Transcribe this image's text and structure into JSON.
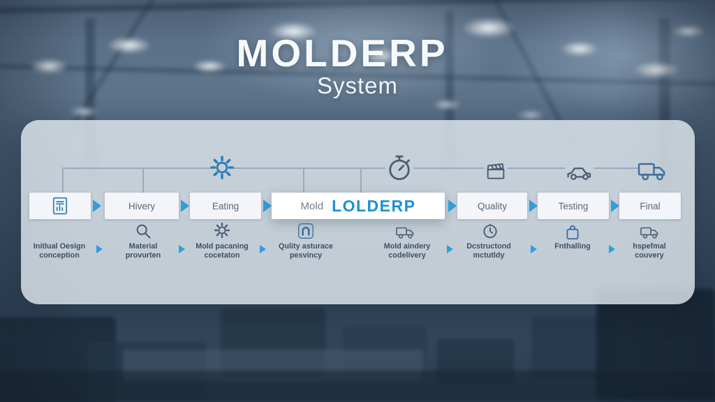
{
  "title": {
    "main": "MOLDERP",
    "sub": "System"
  },
  "flow": {
    "steps": [
      {
        "icon": "clipboard-chart-icon",
        "label": ""
      },
      {
        "label": "Hivery"
      },
      {
        "label": "Eating"
      },
      {
        "highlight": true,
        "prefix": "Mold",
        "label": "LOLDERP"
      },
      {
        "label": "Quality"
      },
      {
        "label": "Testing"
      },
      {
        "label": "Final"
      }
    ],
    "top_icons": [
      {
        "name": "gear-icon"
      },
      {
        "name": "stopwatch-icon"
      },
      {
        "name": "clapperboard-icon"
      },
      {
        "name": "car-icon"
      },
      {
        "name": "truck-icon"
      }
    ],
    "sub_steps": [
      {
        "icon": "",
        "line1": "Initlual Oesign",
        "line2": "conception"
      },
      {
        "icon": "magnifier-icon",
        "line1": "Material",
        "line2": "provurten"
      },
      {
        "icon": "gear-icon",
        "line1": "Mold pacaning",
        "line2": "cocetaton"
      },
      {
        "icon": "magnet-icon",
        "line1": "Qulity asturace",
        "line2": "pesvincy"
      },
      {
        "icon": "truck-icon",
        "line1": "Mold aindery",
        "line2": "codelivery"
      },
      {
        "icon": "clock-icon",
        "line1": "Dcstructond",
        "line2": "mctutldy"
      },
      {
        "icon": "bag-icon",
        "line1": "Fnthalling",
        "line2": ""
      },
      {
        "icon": "truck-icon",
        "line1": "hspefmal",
        "line2": "couvery"
      }
    ]
  },
  "colors": {
    "accent_blue": "#2f9ede",
    "brand_blue": "#1d8fd4",
    "panel_tint": "#e8eef4",
    "label_text": "#3d4f64"
  }
}
